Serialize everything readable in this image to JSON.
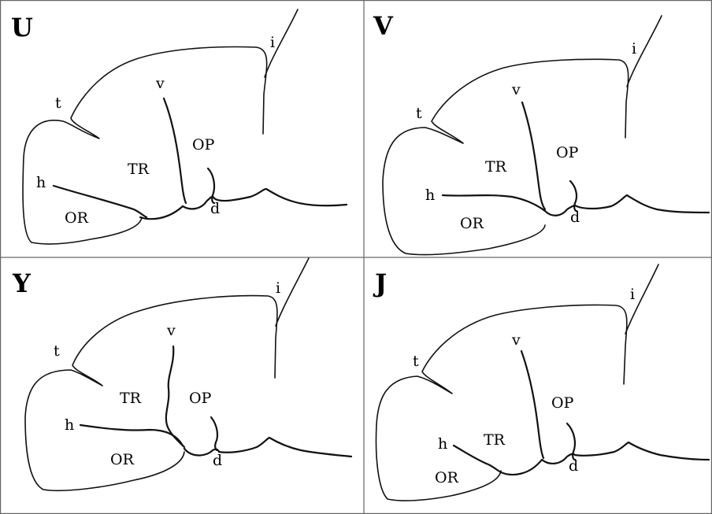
{
  "panels": [
    {
      "letter": "U",
      "labels": {
        "t": "t",
        "v": "v",
        "i": "i",
        "TR": "TR",
        "OP": "OP",
        "h": "h",
        "OR": "OR",
        "d": "d"
      }
    },
    {
      "letter": "V",
      "labels": {
        "t": "t",
        "v": "v",
        "i": "i",
        "TR": "TR",
        "OP": "OP",
        "h": "h",
        "OR": "OR",
        "d": "d"
      }
    },
    {
      "letter": "Y",
      "labels": {
        "t": "t",
        "v": "v",
        "i": "i",
        "TR": "TR",
        "OP": "OP",
        "h": "h",
        "OR": "OR",
        "d": "d"
      }
    },
    {
      "letter": "J",
      "labels": {
        "t": "t",
        "v": "v",
        "i": "i",
        "TR": "TR",
        "OP": "OP",
        "h": "h",
        "OR": "OR",
        "d": "d"
      }
    }
  ]
}
